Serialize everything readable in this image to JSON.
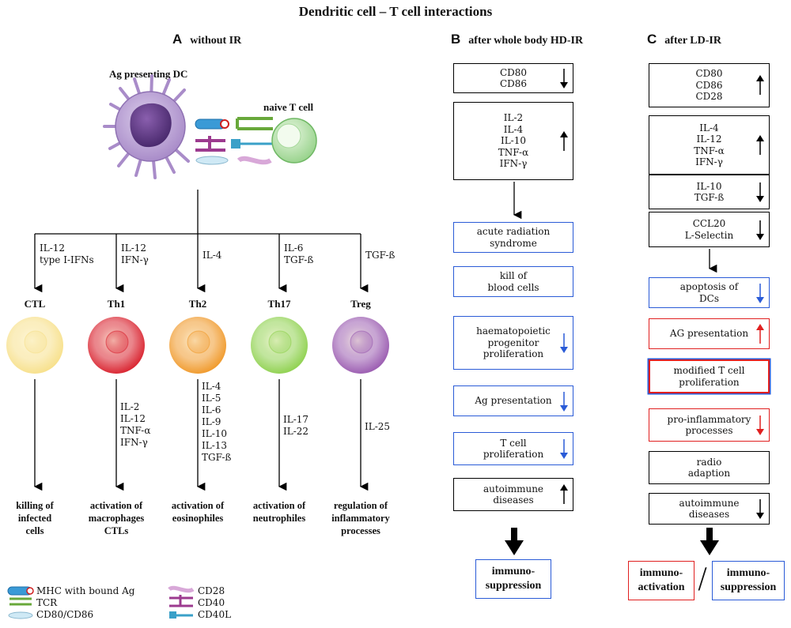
{
  "title": "Dendritic cell – T cell interactions",
  "panel_a": {
    "letter": "A",
    "heading": "without IR",
    "dc_label": "Ag presenting DC",
    "tcell_label": "naive T cell",
    "branches": [
      {
        "cytokines": [
          "IL-12",
          "type I-IFNs"
        ],
        "cell": "CTL",
        "color": "#f7e08a",
        "products": [],
        "outcome": [
          "killing of",
          "infected",
          "cells"
        ]
      },
      {
        "cytokines": [
          "IL-12",
          "IFN-γ"
        ],
        "cell": "Th1",
        "color": "#d9222e",
        "products": [
          "IL-2",
          "IL-12",
          "TNF-α",
          "IFN-γ"
        ],
        "outcome": [
          "activation of",
          "macrophages",
          "CTLs"
        ]
      },
      {
        "cytokines": [
          "IL-4"
        ],
        "cell": "Th2",
        "color": "#f0992a",
        "products": [
          "IL-4",
          "IL-5",
          "IL-6",
          "IL-9",
          "IL-10",
          "IL-13",
          "TGF-ß"
        ],
        "outcome": [
          "activation of",
          "eosinophiles"
        ]
      },
      {
        "cytokines": [
          "IL-6",
          "TGF-ß"
        ],
        "cell": "Th17",
        "color": "#8fd14f",
        "products": [
          "IL-17",
          "IL-22"
        ],
        "outcome": [
          "activation of",
          "neutrophiles"
        ]
      },
      {
        "cytokines": [
          "TGF-ß"
        ],
        "cell": "Treg",
        "color": "#9a5bb0",
        "products": [
          "IL-25"
        ],
        "outcome": [
          "regulation of",
          "inflammatory",
          "processes"
        ]
      }
    ],
    "legend": [
      {
        "label": "MHC with bound Ag",
        "icon": "mhc-icon"
      },
      {
        "label": "TCR",
        "icon": "tcr-icon"
      },
      {
        "label": "CD80/CD86",
        "icon": "cd80-icon"
      },
      {
        "label": "CD28",
        "icon": "cd28-icon"
      },
      {
        "label": "CD40",
        "icon": "cd40-icon"
      },
      {
        "label": "CD40L",
        "icon": "cd40l-icon"
      }
    ]
  },
  "panel_b": {
    "letter": "B",
    "heading": "after whole body HD-IR",
    "boxes": [
      {
        "lines": [
          "CD80",
          "CD86"
        ],
        "arrow": "down",
        "arrow_color": "#000",
        "border": "black"
      },
      {
        "lines": [
          "IL-2",
          "IL-4",
          "IL-10",
          "TNF-α",
          "IFN-γ"
        ],
        "arrow": "up",
        "arrow_color": "#000",
        "border": "black"
      },
      {
        "lines": [
          "acute radiation",
          "syndrome"
        ],
        "arrow": "",
        "arrow_color": "",
        "border": "blue"
      },
      {
        "lines": [
          "kill  of",
          "blood cells"
        ],
        "arrow": "",
        "arrow_color": "",
        "border": "blue"
      },
      {
        "lines": [
          "haematopoietic",
          "progenitor",
          "proliferation"
        ],
        "arrow": "down",
        "arrow_color": "#2a5bd7",
        "border": "blue"
      },
      {
        "lines": [
          "Ag presentation"
        ],
        "arrow": "down",
        "arrow_color": "#2a5bd7",
        "border": "blue"
      },
      {
        "lines": [
          "T cell",
          "proliferation"
        ],
        "arrow": "down",
        "arrow_color": "#2a5bd7",
        "border": "blue"
      },
      {
        "lines": [
          "autoimmune",
          "diseases"
        ],
        "arrow": "up",
        "arrow_color": "#000",
        "border": "black"
      }
    ],
    "result": [
      "immuno-",
      "suppression"
    ]
  },
  "panel_c": {
    "letter": "C",
    "heading": "after LD-IR",
    "boxes": [
      {
        "lines": [
          "CD80",
          "CD86",
          "CD28"
        ],
        "arrow": "up",
        "arrow_color": "#000",
        "border": "black"
      },
      {
        "lines": [
          "IL-4",
          "IL-12",
          "TNF-α",
          "IFN-γ"
        ],
        "arrow": "up",
        "arrow_color": "#000",
        "border": "black"
      },
      {
        "lines": [
          "IL-10",
          "TGF-ß"
        ],
        "arrow": "down",
        "arrow_color": "#000",
        "border": "black"
      },
      {
        "lines": [
          "CCL20",
          "L-Selectin"
        ],
        "arrow": "down",
        "arrow_color": "#000",
        "border": "black"
      },
      {
        "lines": [
          "apoptosis of",
          "DCs"
        ],
        "arrow": "down",
        "arrow_color": "#2a5bd7",
        "border": "blue"
      },
      {
        "lines": [
          "AG presentation"
        ],
        "arrow": "up",
        "arrow_color": "#e02020",
        "border": "red"
      },
      {
        "lines": [
          "modified T cell",
          "proliferation"
        ],
        "arrow": "",
        "arrow_color": "",
        "border": "dbl"
      },
      {
        "lines": [
          "pro-inflammatory",
          "processes"
        ],
        "arrow": "down",
        "arrow_color": "#e02020",
        "border": "red"
      },
      {
        "lines": [
          "radio",
          "adaption"
        ],
        "arrow": "",
        "arrow_color": "",
        "border": "black"
      },
      {
        "lines": [
          "autoimmune",
          "diseases"
        ],
        "arrow": "down",
        "arrow_color": "#000",
        "border": "black"
      }
    ],
    "result_left": [
      "immuno-",
      "activation"
    ],
    "separator": "/",
    "result_right": [
      "immuno-",
      "suppression"
    ]
  }
}
